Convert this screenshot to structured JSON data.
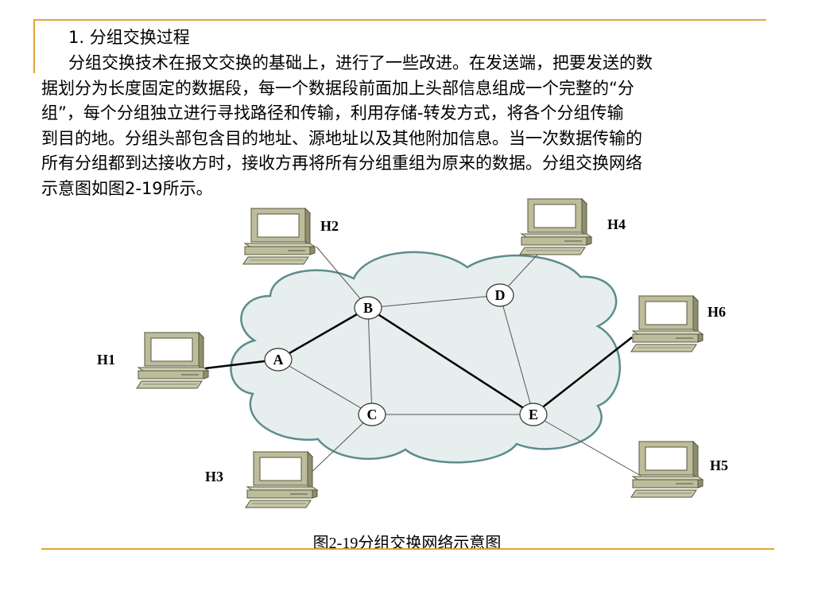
{
  "section": {
    "heading": "1. 分组交换过程",
    "paragraph_lines": [
      "分组交换技术在报文交换的基础上，进行了一些改进。在发送端，把要发送的数",
      "据划分为长度固定的数据段，每一个数据段前面加上头部信息组成一个完整的“分",
      "组”，每个分组独立进行寻找路径和传输，利用存储-转发方式，将各个分组传输",
      "到目的地。分组头部包含目的地址、源地址以及其他附加信息。当一次数据传输的",
      "所有分组都到达接收方时，接收方再将所有分组重组为原来的数据。分组交换网络",
      "示意图如图2-19所示。"
    ]
  },
  "diagram": {
    "nodes": [
      {
        "id": "A",
        "label": "A"
      },
      {
        "id": "B",
        "label": "B"
      },
      {
        "id": "C",
        "label": "C"
      },
      {
        "id": "D",
        "label": "D"
      },
      {
        "id": "E",
        "label": "E"
      }
    ],
    "hosts": [
      {
        "id": "H1",
        "label": "H1",
        "connects_to": "A"
      },
      {
        "id": "H2",
        "label": "H2",
        "connects_to": "B"
      },
      {
        "id": "H3",
        "label": "H3",
        "connects_to": "C"
      },
      {
        "id": "H4",
        "label": "H4",
        "connects_to": "D"
      },
      {
        "id": "H5",
        "label": "H5",
        "connects_to": "E"
      },
      {
        "id": "H6",
        "label": "H6",
        "connects_to": "E"
      }
    ],
    "links": [
      {
        "from": "H1",
        "to": "A",
        "highlighted": true
      },
      {
        "from": "A",
        "to": "B",
        "highlighted": true
      },
      {
        "from": "B",
        "to": "E",
        "highlighted": true
      },
      {
        "from": "E",
        "to": "H6",
        "highlighted": true
      },
      {
        "from": "A",
        "to": "C",
        "highlighted": false
      },
      {
        "from": "B",
        "to": "C",
        "highlighted": false
      },
      {
        "from": "B",
        "to": "D",
        "highlighted": false
      },
      {
        "from": "C",
        "to": "E",
        "highlighted": false
      },
      {
        "from": "D",
        "to": "E",
        "highlighted": false
      },
      {
        "from": "H2",
        "to": "B",
        "highlighted": false
      },
      {
        "from": "H3",
        "to": "C",
        "highlighted": false
      },
      {
        "from": "H4",
        "to": "D",
        "highlighted": false
      },
      {
        "from": "H5",
        "to": "E",
        "highlighted": false
      }
    ],
    "caption": "图2-19分组交换网络示意图"
  },
  "colors": {
    "accent_rule": "#e0a43a",
    "cloud_fill": "#e6efee",
    "cloud_stroke": "#5e8c8c",
    "computer_body": "#bdbd9c",
    "computer_dark": "#77775a",
    "screen": "#ffffff"
  }
}
